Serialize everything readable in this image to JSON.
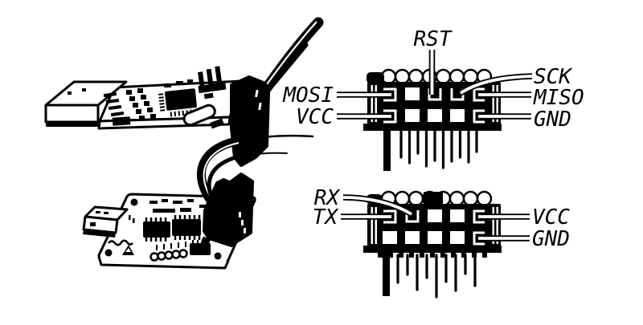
{
  "colors": {
    "ink": "#000000",
    "paper": "#ffffff"
  },
  "isp_header": {
    "rst": "RST",
    "sck": "SCK",
    "miso": "MISO",
    "gnd": "GND",
    "mosi": "MOSI",
    "vcc": "VCC"
  },
  "serial_header": {
    "rx": "RX",
    "tx": "TX",
    "vcc": "VCC",
    "gnd": "GND"
  }
}
